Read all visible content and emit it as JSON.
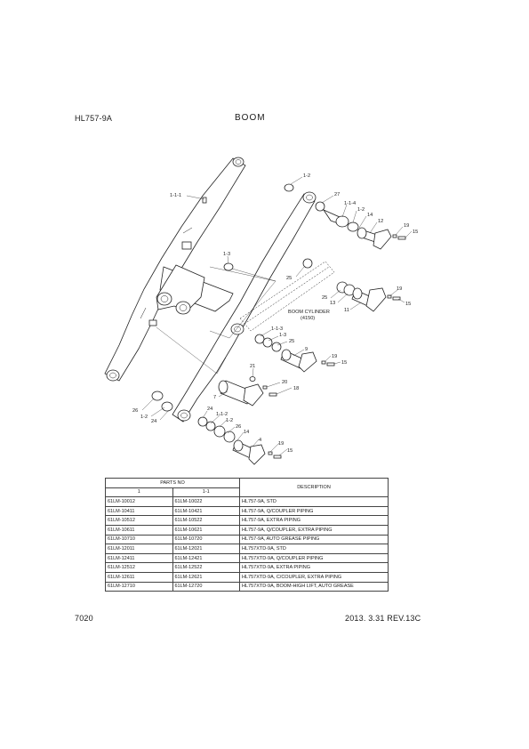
{
  "header": {
    "model": "HL757-9A",
    "title": "BOOM"
  },
  "footer": {
    "page_number": "7020",
    "revision": "2013. 3.31  REV.13C"
  },
  "diagram": {
    "labels": {
      "l_1_1_1": "1-1-1",
      "l_1_2_top": "1-2",
      "l_27": "27",
      "l_1_1_4": "1-1-4",
      "l_1_2_b": "1-2",
      "l_14_top": "14",
      "l_12": "12",
      "l_19_top": "19",
      "l_15_top": "15",
      "l_1_3_top": "1-3",
      "l_25_a": "25",
      "l_25_b": "25",
      "l_13": "13",
      "l_19_mid": "19",
      "l_11": "11",
      "l_15_mid": "15",
      "l_1_1_3": "1-1-3",
      "l_1_3_mid": "1-3",
      "l_25_c": "25",
      "l_9": "9",
      "l_19_c": "19",
      "l_15_c": "15",
      "l_21": "21",
      "l_20": "20",
      "l_18": "18",
      "l_7": "7",
      "l_26_left": "26",
      "l_1_2_left": "1-2",
      "l_24_left": "24",
      "l_24_bot": "24",
      "l_1_1_2": "1-1-2",
      "l_1_2_bot": "1-2",
      "l_26_bot": "26",
      "l_14_bot": "14",
      "l_4": "4",
      "l_19_bot": "19",
      "l_15_bot": "15",
      "cyl_line1": "BOOM CYLINDER",
      "cyl_line2": "(4150)"
    }
  },
  "parts_table": {
    "header_group": "PARTS NO",
    "col1": "1",
    "col2": "1-1",
    "col3": "DESCRIPTION",
    "rows": [
      [
        "61LM-10012",
        "61LM-10022",
        "HL757-9A, STD"
      ],
      [
        "61LM-10411",
        "61LM-10421",
        "HL757-9A, Q/COUPLER PIPING"
      ],
      [
        "61LM-10512",
        "61LM-10522",
        "HL757-9A, EXTRA PIPING"
      ],
      [
        "61LM-10611",
        "61LM-10621",
        "HL757-9A, Q/COUPLER, EXTRA PIPING"
      ],
      [
        "61LM-10710",
        "61LM-10720",
        "HL757-9A, AUTO GREASE PIPING"
      ],
      [
        "61LM-12011",
        "61LM-12021",
        "HL757XTD-9A, STD"
      ],
      [
        "61LM-12411",
        "61LM-12421",
        "HL757XTD-9A, Q/COUPLER PIPING"
      ],
      [
        "61LM-12512",
        "61LM-12522",
        "HL757XTD-9A, EXTRA PIPING"
      ],
      [
        "61LM-12611",
        "61LM-12621",
        "HL757XTD-9A, C/COUPLER, EXTRA PIPING"
      ],
      [
        "61LM-12710",
        "61LM-12720",
        "HL757XTD-9A, BOOM-HIGH LIFT, AUTO GREASE"
      ]
    ]
  }
}
